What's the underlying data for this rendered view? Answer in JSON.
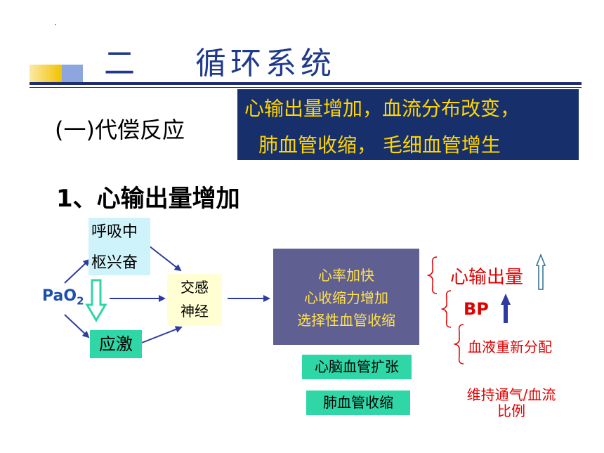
{
  "slide": {
    "title": "二    循环系统",
    "section": "(一)代偿反应",
    "callout": {
      "line1": "心输出量增加，血流分布改变，",
      "line2": "肺血管收缩， 毛细血管增生"
    },
    "heading": "1、心输出量增加"
  },
  "diagram": {
    "resp_center": {
      "line1": "呼吸中",
      "line2": "枢兴奋"
    },
    "pao2": {
      "base": "PaO",
      "sub": "2"
    },
    "stress": "应激",
    "sympathetic": {
      "line1": "交感",
      "line2": "神经"
    },
    "effects": [
      "心率加快",
      "心收缩力增加",
      "选择性血管收缩"
    ],
    "cardiac_output": "心输出量",
    "bp": "BP",
    "redistribution": "血液重新分配",
    "cerebral_dilation": "心脑血管扩张",
    "pulmonary_constriction": "肺血管收缩",
    "maintain": {
      "line1": "维持通气/血流",
      "line2": "比例"
    }
  },
  "colors": {
    "title_blue": "#1f3a8a",
    "callout_bg": "#17306b",
    "callout_text": "#ffd400",
    "arrow_blue": "#2f3b9e",
    "green_box": "#2fd6a6",
    "effects_bg": "#5f5f92",
    "red_text": "#e00000"
  }
}
